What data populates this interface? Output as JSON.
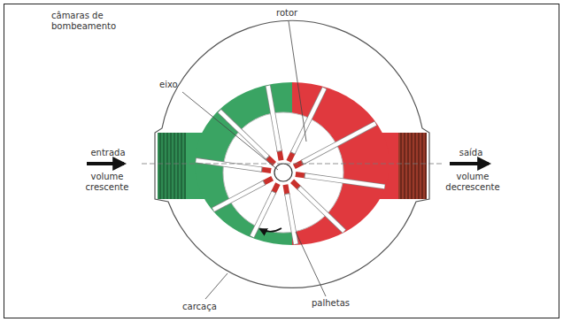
{
  "diagram": {
    "labels": [
      "câmaras de bombeamento",
      "rotor",
      "eixo",
      "entrada",
      "volume crescente",
      "saída",
      "volume decrescente",
      "carcaça",
      "palhetas"
    ]
  }
}
